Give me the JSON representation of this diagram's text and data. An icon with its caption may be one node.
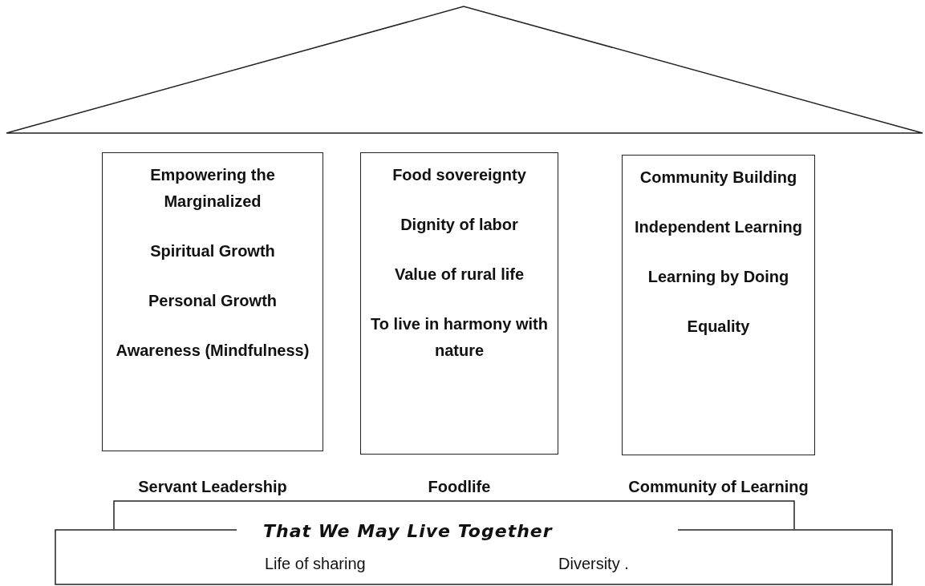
{
  "diagram": {
    "nodes": [
      {
        "text": [
          "Empowering the Marginalized",
          "Spiritual Growth",
          "Personal Growth",
          "Awareness (Mindfulness)",
          "Servant Leadership"
        ]
      },
      {
        "text": [
          "Food sovereignty",
          "Dignity of labor",
          "Value of rural life",
          "To live in harmony with nature",
          "Foodlife"
        ]
      },
      {
        "text": [
          "Community Building",
          "Independent Learning",
          "Learning by Doing",
          "Equality",
          "Community of Learning"
        ]
      },
      {
        "text": [
          "That We May Live Together",
          "Life of sharing",
          "Diversity ."
        ]
      }
    ]
  }
}
